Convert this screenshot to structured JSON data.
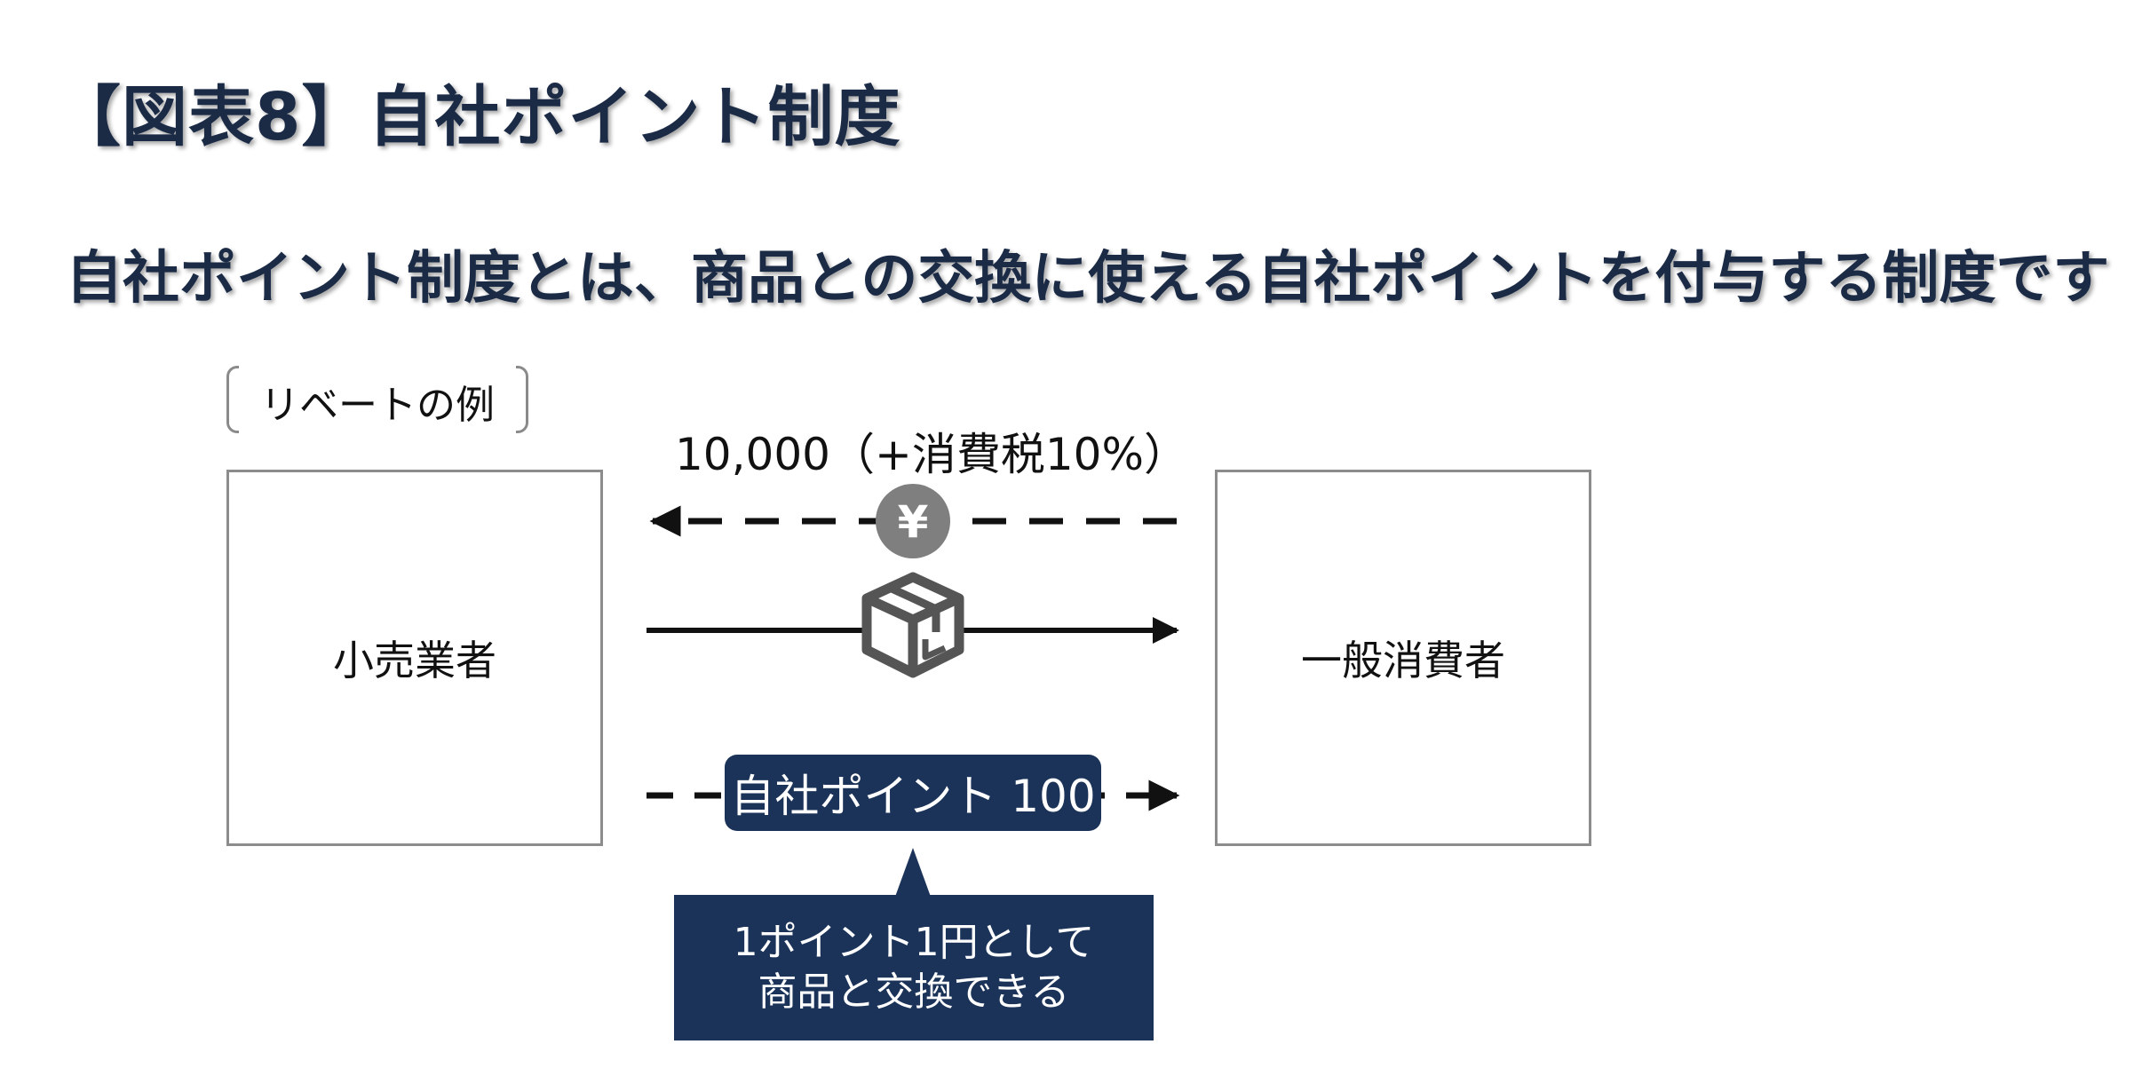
{
  "header": {
    "title": "【図表8】自社ポイント制度",
    "subtitle": "自社ポイント制度とは、商品との交換に使える自社ポイントを付与する制度です"
  },
  "diagram": {
    "example_label": "リベートの例",
    "retailer": "小売業者",
    "consumer": "一般消費者",
    "payment_label": "10,000（+消費税10%）",
    "yen_symbol": "¥",
    "point_label": "自社ポイント 100",
    "callout_line1": "1ポイント1円として",
    "callout_line2": "商品と交換できる"
  },
  "colors": {
    "navy": "#1b3358",
    "title_text": "#1b2b46",
    "yen_badge": "#7f7f7f",
    "box_border": "#8c8c8c",
    "package_icon": "#555555"
  },
  "icons": {
    "yen": "yen-coin-icon",
    "package": "package-box-icon"
  }
}
